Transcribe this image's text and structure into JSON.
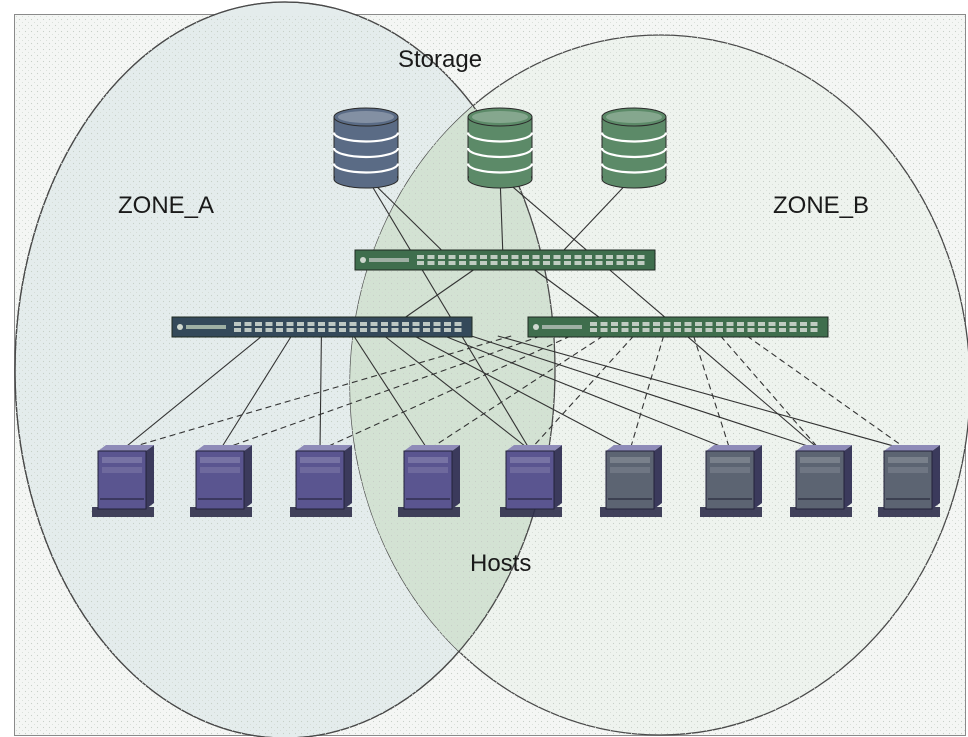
{
  "labels": {
    "storage": "Storage",
    "zone_a": "ZONE_A",
    "zone_b": "ZONE_B",
    "hosts": "Hosts"
  },
  "colors": {
    "zone_a_fill": "#e4ecec",
    "zone_b_fill": "#eef3ee",
    "overlap_fill": "#d3e2d3",
    "disk_blue": "#5a6b85",
    "disk_green": "#5c8a68",
    "switch_blue": "#34495a",
    "switch_green": "#3f6e4d",
    "host_purple": "#5a5590",
    "host_slate": "#5c6472",
    "line": "#333333"
  },
  "nodes": {
    "storage": [
      {
        "id": "disk-a",
        "zone": "A"
      },
      {
        "id": "disk-b1",
        "zone": "B"
      },
      {
        "id": "disk-b2",
        "zone": "B"
      }
    ],
    "switches": [
      {
        "id": "switch-core",
        "zone": "B"
      },
      {
        "id": "switch-a",
        "zone": "A"
      },
      {
        "id": "switch-b",
        "zone": "B"
      }
    ],
    "hosts": [
      {
        "id": "host-1",
        "zone": "A"
      },
      {
        "id": "host-2",
        "zone": "A"
      },
      {
        "id": "host-3",
        "zone": "A"
      },
      {
        "id": "host-4",
        "zone": "A"
      },
      {
        "id": "host-5",
        "zone": "A"
      },
      {
        "id": "host-6",
        "zone": "B"
      },
      {
        "id": "host-7",
        "zone": "B"
      },
      {
        "id": "host-8",
        "zone": "B"
      },
      {
        "id": "host-9",
        "zone": "B"
      }
    ]
  },
  "links": [
    {
      "from": "disk-a",
      "to": "switch-core",
      "style": "solid"
    },
    {
      "from": "disk-b1",
      "to": "switch-core",
      "style": "solid"
    },
    {
      "from": "disk-b2",
      "to": "switch-core",
      "style": "solid"
    },
    {
      "from": "disk-a",
      "to": "host-5",
      "style": "solid"
    },
    {
      "from": "disk-b1",
      "to": "host-8",
      "style": "solid"
    },
    {
      "from": "switch-core",
      "to": "switch-a",
      "style": "solid"
    },
    {
      "from": "switch-core",
      "to": "switch-b",
      "style": "solid"
    },
    {
      "from": "switch-a",
      "to": "host-1",
      "style": "solid"
    },
    {
      "from": "switch-a",
      "to": "host-2",
      "style": "solid"
    },
    {
      "from": "switch-a",
      "to": "host-3",
      "style": "solid"
    },
    {
      "from": "switch-a",
      "to": "host-4",
      "style": "solid"
    },
    {
      "from": "switch-a",
      "to": "host-5",
      "style": "solid"
    },
    {
      "from": "switch-a",
      "to": "host-6",
      "style": "solid"
    },
    {
      "from": "switch-a",
      "to": "host-7",
      "style": "solid"
    },
    {
      "from": "switch-a",
      "to": "host-8",
      "style": "solid"
    },
    {
      "from": "switch-a",
      "to": "host-9",
      "style": "solid"
    },
    {
      "from": "switch-b",
      "to": "host-1",
      "style": "dashed"
    },
    {
      "from": "switch-b",
      "to": "host-2",
      "style": "dashed"
    },
    {
      "from": "switch-b",
      "to": "host-3",
      "style": "dashed"
    },
    {
      "from": "switch-b",
      "to": "host-4",
      "style": "dashed"
    },
    {
      "from": "switch-b",
      "to": "host-5",
      "style": "dashed"
    },
    {
      "from": "switch-b",
      "to": "host-6",
      "style": "dashed"
    },
    {
      "from": "switch-b",
      "to": "host-7",
      "style": "dashed"
    },
    {
      "from": "switch-b",
      "to": "host-8",
      "style": "dashed"
    },
    {
      "from": "switch-b",
      "to": "host-9",
      "style": "dashed"
    }
  ]
}
